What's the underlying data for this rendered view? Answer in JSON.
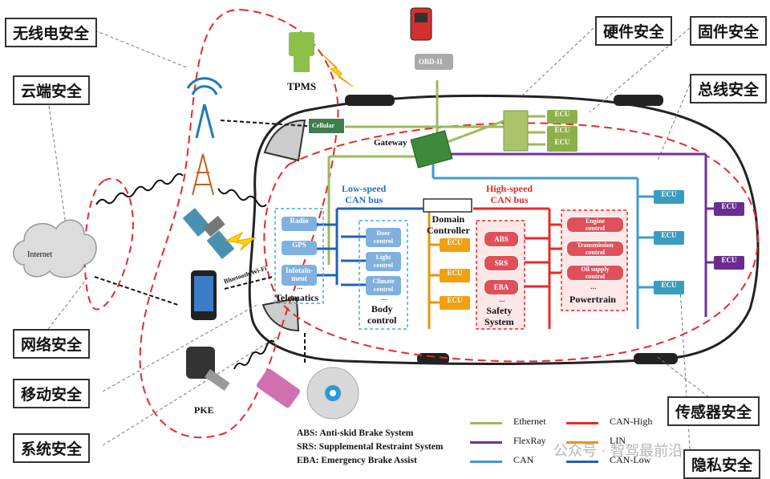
{
  "labels_left": {
    "wireless": "无线电安全",
    "cloud": "云端安全",
    "network": "网络安全",
    "mobile": "移动安全",
    "system": "系统安全"
  },
  "labels_right": {
    "hardware": "硬件安全",
    "firmware": "固件安全",
    "bus": "总线安全",
    "sensor": "传感器安全",
    "privacy": "隐私安全"
  },
  "devices": {
    "obd": "OBD-II",
    "tpms": "TPMS",
    "internet": "Internet",
    "pke": "PKE",
    "cellular": "Cellular",
    "gateway": "Gateway",
    "bluetooth_wifi": "Bluetooth/Wi-Fi"
  },
  "telematics": {
    "title": "Telematics",
    "items": [
      "Radio",
      "GPS",
      "Infotain-\nment"
    ],
    "more": "..."
  },
  "low_speed": {
    "title": "Low-speed\nCAN bus",
    "body_title": "Body\ncontrol",
    "items": [
      "Door\ncontrol",
      "Light\ncontrol",
      "Climate\ncontrol"
    ],
    "more": "..."
  },
  "domain_controller": "Domain\nController",
  "high_speed": {
    "title": "High-speed\nCAN bus",
    "safety_title": "Safety\nSystem",
    "safety_items": [
      "ABS",
      "SRS",
      "EBA"
    ],
    "safety_more": "...",
    "powertrain_title": "Powertrain",
    "powertrain_items": [
      "Engine\ncontrol",
      "Transmission\ncontrol",
      "Oil supply\ncontrol"
    ],
    "powertrain_more": "..."
  },
  "ecu_label": "ECU",
  "abbreviations": [
    "ABS: Anti-skid Brake System",
    "SRS: Supplemental Restraint System",
    "EBA: Emergency Brake Assist"
  ],
  "legend": [
    {
      "label": "Ethernet",
      "color": "#9bbb59"
    },
    {
      "label": "CAN-High",
      "color": "#e8282a"
    },
    {
      "label": "FlexRay",
      "color": "#7030a0"
    },
    {
      "label": "LIN",
      "color": "#e8960c"
    },
    {
      "label": "CAN",
      "color": "#3f9bd0"
    },
    {
      "label": "CAN-Low",
      "color": "#2060c0"
    }
  ],
  "watermark": "公众号 · 智驾最前沿",
  "colors": {
    "ethernet": "#9bbb59",
    "can_high": "#e8282a",
    "flexray": "#7030a0",
    "lin": "#e8960c",
    "can": "#3f9bd0",
    "can_low": "#2060c0",
    "ecu_green": "#8cb04a",
    "ecu_teal": "#3a9cc0",
    "ecu_purple": "#6a2c91",
    "ecu_orange": "#f0a010",
    "dashed_red": "#e8282a"
  }
}
